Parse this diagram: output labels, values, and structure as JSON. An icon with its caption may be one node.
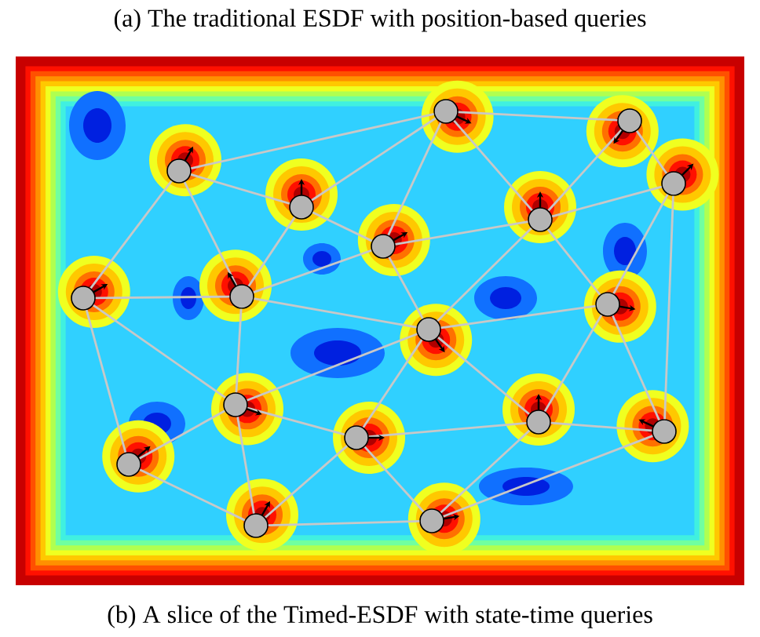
{
  "diagram": {
    "caption": "(b) A slice of the Timed-ESDF with state-time queries",
    "nodes": [
      {
        "text": [],
        "shape": "circle"
      },
      {
        "text": [],
        "shape": "circle"
      },
      {
        "text": [],
        "shape": "circle"
      },
      {
        "text": [],
        "shape": "circle"
      },
      {
        "text": [],
        "shape": "circle"
      },
      {
        "text": [],
        "shape": "circle"
      },
      {
        "text": [],
        "shape": "circle"
      },
      {
        "text": [],
        "shape": "circle"
      },
      {
        "text": [],
        "shape": "circle"
      },
      {
        "text": [],
        "shape": "circle"
      },
      {
        "text": [],
        "shape": "circle"
      },
      {
        "text": [],
        "shape": "circle"
      },
      {
        "text": [],
        "shape": "circle"
      },
      {
        "text": [],
        "shape": "circle"
      },
      {
        "text": [],
        "shape": "circle"
      },
      {
        "text": [],
        "shape": "circle"
      },
      {
        "text": [],
        "shape": "circle"
      },
      {
        "text": [],
        "shape": "circle"
      }
    ],
    "edges": [
      {
        "from": 2,
        "to": 0,
        "arrow": "none"
      },
      {
        "from": 2,
        "to": 4,
        "arrow": "none"
      },
      {
        "from": 2,
        "to": 8,
        "arrow": "none"
      },
      {
        "from": 2,
        "to": 7,
        "arrow": "none"
      },
      {
        "from": 4,
        "to": 0,
        "arrow": "none"
      },
      {
        "from": 4,
        "to": 6,
        "arrow": "none"
      },
      {
        "from": 4,
        "to": 7,
        "arrow": "none"
      },
      {
        "from": 6,
        "to": 0,
        "arrow": "none"
      },
      {
        "from": 6,
        "to": 5,
        "arrow": "none"
      },
      {
        "from": 6,
        "to": 10,
        "arrow": "none"
      },
      {
        "from": 7,
        "to": 6,
        "arrow": "none"
      },
      {
        "from": 8,
        "to": 7,
        "arrow": "none"
      },
      {
        "from": 8,
        "to": 11,
        "arrow": "none"
      },
      {
        "from": 8,
        "to": 15,
        "arrow": "none"
      },
      {
        "from": 7,
        "to": 10,
        "arrow": "none"
      },
      {
        "from": 7,
        "to": 11,
        "arrow": "none"
      },
      {
        "from": 11,
        "to": 15,
        "arrow": "none"
      },
      {
        "from": 11,
        "to": 17,
        "arrow": "none"
      },
      {
        "from": 11,
        "to": 14,
        "arrow": "none"
      },
      {
        "from": 11,
        "to": 10,
        "arrow": "none"
      },
      {
        "from": 15,
        "to": 17,
        "arrow": "none"
      },
      {
        "from": 17,
        "to": 14,
        "arrow": "none"
      },
      {
        "from": 17,
        "to": 16,
        "arrow": "none"
      },
      {
        "from": 14,
        "to": 10,
        "arrow": "none"
      },
      {
        "from": 14,
        "to": 12,
        "arrow": "none"
      },
      {
        "from": 14,
        "to": 16,
        "arrow": "none"
      },
      {
        "from": 0,
        "to": 1,
        "arrow": "none"
      },
      {
        "from": 0,
        "to": 5,
        "arrow": "none"
      },
      {
        "from": 1,
        "to": 5,
        "arrow": "none"
      },
      {
        "from": 1,
        "to": 3,
        "arrow": "none"
      },
      {
        "from": 3,
        "to": 5,
        "arrow": "none"
      },
      {
        "from": 3,
        "to": 9,
        "arrow": "none"
      },
      {
        "from": 3,
        "to": 13,
        "arrow": "none"
      },
      {
        "from": 5,
        "to": 9,
        "arrow": "none"
      },
      {
        "from": 5,
        "to": 10,
        "arrow": "none"
      },
      {
        "from": 10,
        "to": 9,
        "arrow": "none"
      },
      {
        "from": 10,
        "to": 12,
        "arrow": "none"
      },
      {
        "from": 9,
        "to": 12,
        "arrow": "none"
      },
      {
        "from": 9,
        "to": 13,
        "arrow": "none"
      },
      {
        "from": 12,
        "to": 13,
        "arrow": "none"
      },
      {
        "from": 13,
        "to": 16,
        "arrow": "none"
      },
      {
        "from": 12,
        "to": 16,
        "arrow": "none"
      }
    ],
    "labels": [
      "(a) The traditional ESDF with position-based queries"
    ]
  }
}
